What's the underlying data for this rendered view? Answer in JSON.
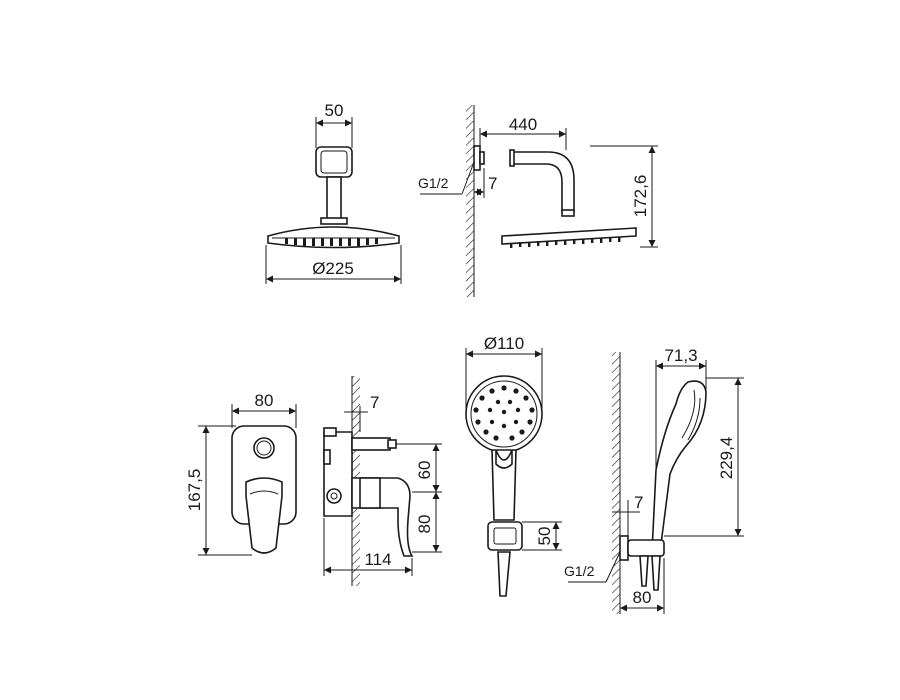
{
  "dimensions": {
    "head_front_width": "50",
    "head_diameter": "Ø225",
    "arm_length": "440",
    "arm_height": "172,6",
    "arm_thread": "G1/2",
    "arm_offset": "7",
    "mixer_width": "80",
    "mixer_height": "167,5",
    "body_offset": "7",
    "body_depth": "114",
    "body_upper": "60",
    "body_lower": "80",
    "hand_diameter": "Ø110",
    "holder_height": "50",
    "side_projection": "71,3",
    "side_height": "229,4",
    "side_offset": "7",
    "side_thread": "G1/2",
    "side_base": "80"
  },
  "colors": {
    "line": "#1a1a1a",
    "background": "#ffffff"
  }
}
